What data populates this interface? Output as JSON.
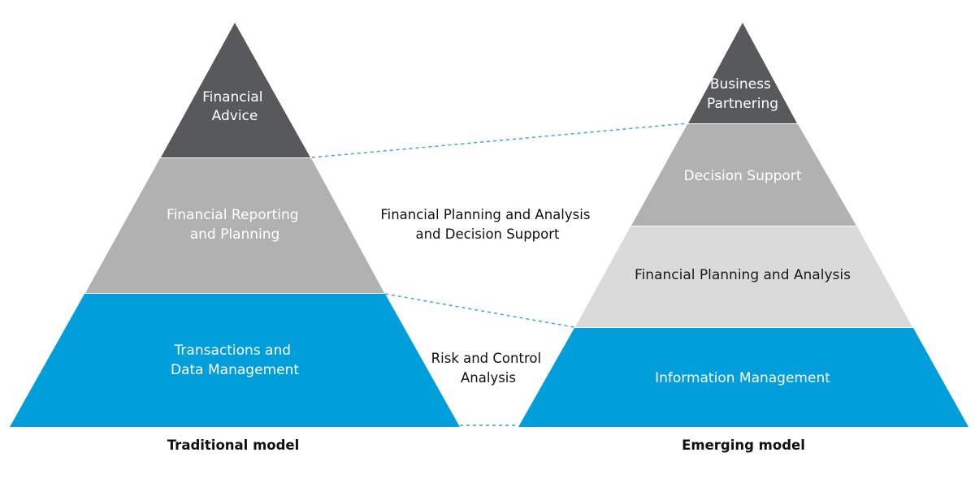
{
  "colors": {
    "dark_gray": "#58595b",
    "mid_gray": "#b1b1b1",
    "light_gray": "#dadada",
    "blue": "#009fdc",
    "connector": "#39a9dc"
  },
  "traditional": {
    "label": "Traditional model",
    "tiers": {
      "top": [
        "Financial",
        "Advice"
      ],
      "middle": [
        "Financial Reporting",
        "and Planning"
      ],
      "bottom": [
        "Transactions and",
        "Data Management"
      ]
    }
  },
  "emerging": {
    "label": "Emerging model",
    "tiers": {
      "top": [
        "Business",
        "Partnering"
      ],
      "second": "Decision Support",
      "third": "Financial Planning and Analysis",
      "bottom": "Information Management"
    }
  },
  "middle_labels": {
    "upper": [
      "Financial Planning and Analysis",
      "and Decision Support"
    ],
    "lower": [
      "Risk and Control",
      "Analysis"
    ]
  }
}
